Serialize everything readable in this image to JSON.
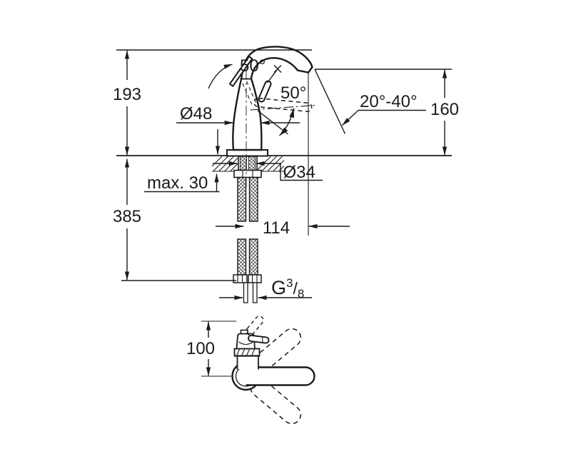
{
  "drawing": {
    "type": "faucet installation dimension drawing",
    "colors": {
      "line": "#1b1b1b",
      "background": "#ffffff"
    },
    "main_view": {
      "height_above_deck": "193",
      "height_below_deck": "385",
      "spout_outlet_height": "160",
      "spout_angle_range": "20°-40°",
      "handle_swivel_angle": "50°",
      "handle_lift_angle": "50°",
      "body_diameter": "Ø48",
      "shank_diameter": "Ø34",
      "max_deck_thickness": "max. 30",
      "spout_projection": "114",
      "thread": {
        "prefix": "G",
        "numerator": "3",
        "slash": "/",
        "denominator": "8"
      }
    },
    "top_view": {
      "handle_clearance": "100"
    }
  }
}
